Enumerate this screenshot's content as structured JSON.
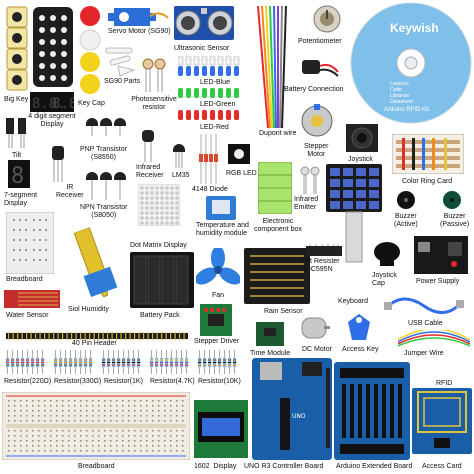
{
  "labels": {
    "big_key": "Big Key",
    "key_cap": "Key Cap",
    "segment4": "4 digit segment\nDisplay",
    "servo": "Servo Motor (SG90)",
    "sg90_parts": "SG90 Parts",
    "photoresistor": "Photosensitive\nresistor",
    "ultrasonic": "Ultrasonic Sensor",
    "led_blue": "LED-Blue",
    "led_green": "LED-Green",
    "led_red": "LED-Red",
    "potentiometer": "Potentiometer",
    "battery_conn": "Battery Connection",
    "dupont": "Dupont wire",
    "stepper_motor": "Stepper\nMotor",
    "tilt": "Tilt",
    "pnp": "PNP Transistor\n(S8550)",
    "npn": "NPN Transistor\n(S8050)",
    "ir_receiver": "IR\nReceiver",
    "seg7": "7-segment\nDisplay",
    "infrared_receiver": "Infrared\nReceiver",
    "lm35": "LM35",
    "diode": "4148 Diode",
    "rgb_led": "RGB LED",
    "joystick": "Joystick",
    "color_ring": "Color Ring Card",
    "infrared_emitter": "Infrared\nEmitter",
    "temp_humidity": "Temperature and\nhumidity module",
    "component_box": "Electronic\ncomponent box",
    "buzzer_active": "Buzzer\n(Active)",
    "buzzer_passive": "Buzzer\n(Passive)",
    "breadboard_small": "Breadboard",
    "dot_matrix": "Dot Matrix Display",
    "shift_register": "Shift Resister\n74HC595N",
    "joystick_cap": "Joystick\nCap",
    "power_supply": "Power Supply",
    "keyboard": "Keyboard",
    "water_sensor": "Water Sensor",
    "soil_humidity": "Siol Humidity",
    "battery_pack": "Battery Pack",
    "fan": "Fan",
    "rain_sensor": "Rain Sensor",
    "usb_cable": "USB Cable",
    "header40": "40 Pin Header",
    "stepper_driver": "Stepper Driver",
    "time_module": "Time Module",
    "dc_motor": "DC Motor",
    "access_key": "Access Key",
    "jumper_wire": "Jumper Wire",
    "res220": "Resistor(220Ω)",
    "res330": "Resistor(330Ω)",
    "res1k": "Resistor(1K)",
    "res47k": "Resistor(4.7K)",
    "res10k": "Resistor(10K)",
    "rfid": "RFID",
    "breadboard": "Breadboard",
    "lcd": "1602  Display",
    "uno": "UNO R3 Controller Board",
    "extended": "Arduino Extended Board",
    "access_card": "Access Card"
  },
  "cd": {
    "brand": "Keywish",
    "lines": [
      "Lessons",
      "Code",
      "Libraries",
      "Datasheet"
    ],
    "title": "Arduino RFID Kit"
  },
  "colors": {
    "yellow_button": "#f3d21b",
    "red_button": "#e3262b",
    "arduino_blue": "#1b5ea8",
    "led_blue": "#2f6ee8",
    "led_green": "#31c842",
    "led_red": "#e52b2b",
    "cd_blue": "#7fc0ea"
  }
}
